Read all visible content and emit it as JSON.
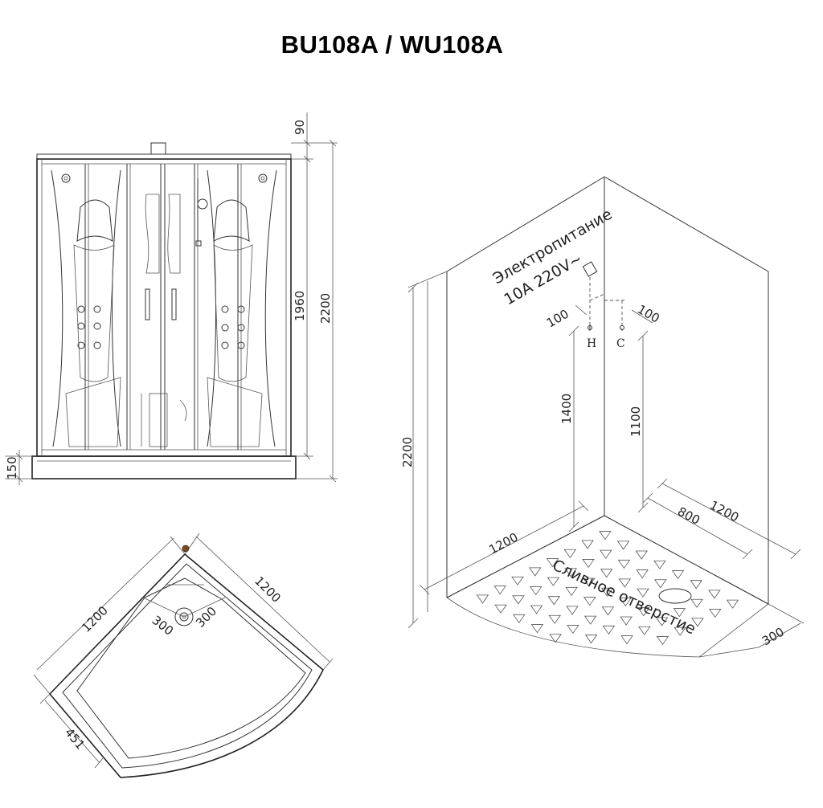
{
  "title": "BU108A / WU108A",
  "front_view": {
    "dim_top": "90",
    "dim_panel_height": "1960",
    "dim_total_height": "2200",
    "dim_base": "150"
  },
  "top_view": {
    "dim_left": "1200",
    "dim_right": "1200",
    "dim_drain_left": "300",
    "dim_drain_right": "300",
    "dim_door": "451"
  },
  "iso_view": {
    "power_label_line1": "Электропитание",
    "power_label_line2": "10A 220V~",
    "dim_hot_offset": "100",
    "dim_cold_offset": "100",
    "hot_label": "H",
    "cold_label": "C",
    "dim_total_height": "2200",
    "dim_power_height": "1400",
    "dim_valve_height": "1100",
    "dim_left_width": "1200",
    "dim_right_width": "1200",
    "dim_inner": "800",
    "dim_corner": "300",
    "drain_label": "Сливное отверстие"
  }
}
